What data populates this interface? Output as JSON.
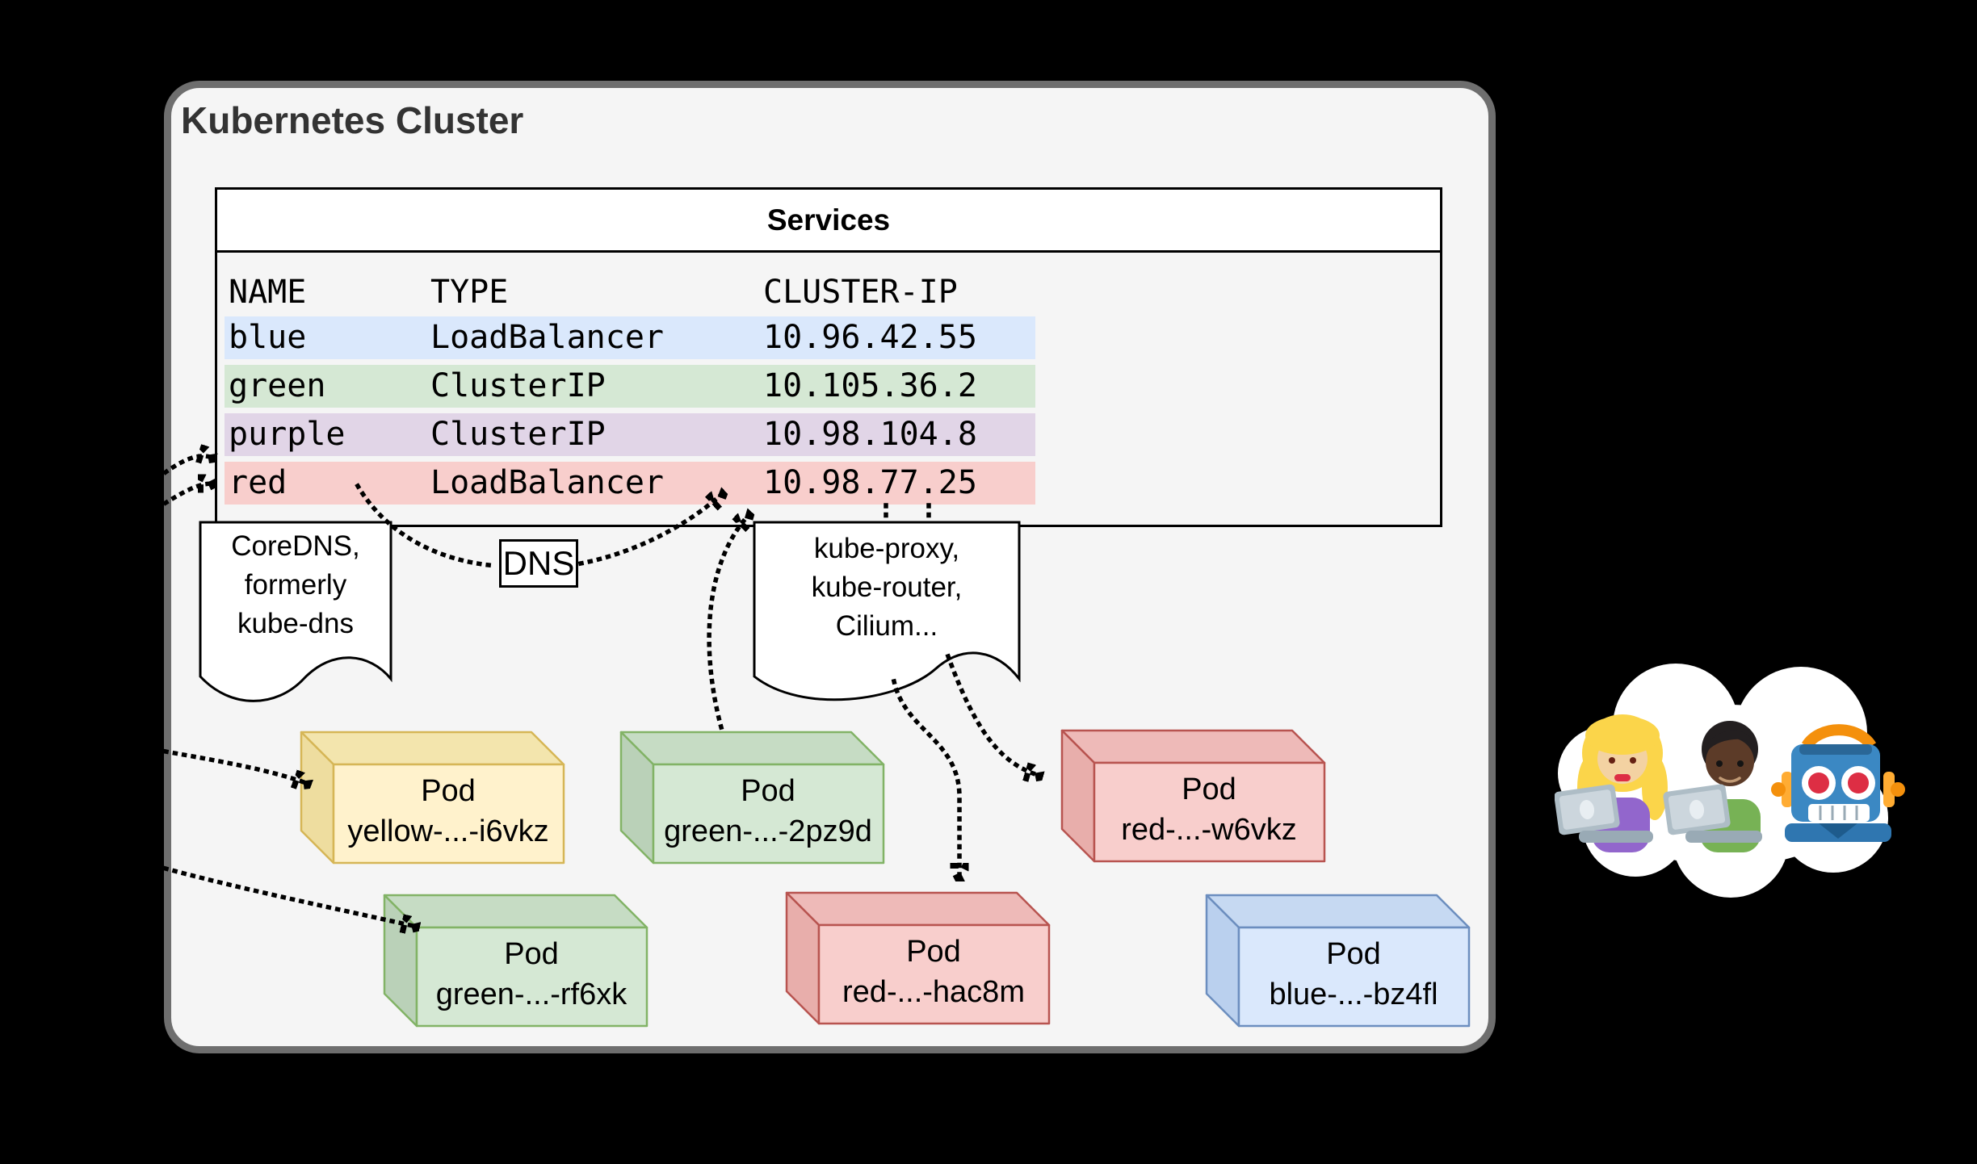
{
  "canvas": {
    "background": "#000000"
  },
  "cluster": {
    "title": "Kubernetes Cluster",
    "fill": "#f5f5f5",
    "border_color": "#6e6e6e"
  },
  "services": {
    "title": "Services",
    "columns": [
      "NAME",
      "TYPE",
      "CLUSTER-IP"
    ],
    "rows": [
      {
        "name": "blue",
        "type": "LoadBalancer",
        "cluster_ip": "10.96.42.55",
        "color": "#dae8fc"
      },
      {
        "name": "green",
        "type": "ClusterIP",
        "cluster_ip": "10.105.36.2",
        "color": "#d5e8d4"
      },
      {
        "name": "purple",
        "type": "ClusterIP",
        "cluster_ip": "10.98.104.8",
        "color": "#e1d5e7"
      },
      {
        "name": "red",
        "type": "LoadBalancer",
        "cluster_ip": "10.98.77.25",
        "color": "#f8cecc"
      }
    ]
  },
  "labels": {
    "dns": "DNS"
  },
  "notes": {
    "coredns": {
      "lines": [
        "CoreDNS,",
        "formerly",
        "kube-dns"
      ]
    },
    "kube_proxy": {
      "lines": [
        "kube-proxy,",
        "kube-router,",
        "Cilium..."
      ]
    }
  },
  "pods": [
    {
      "line1": "Pod",
      "line2": "yellow-...-i6vkz",
      "front": "#fff2cc",
      "top": "#f3e5ad",
      "side": "#eedd9f",
      "border": "#d6b656"
    },
    {
      "line1": "Pod",
      "line2": "green-...-2pz9d",
      "front": "#d5e8d4",
      "top": "#c6dcc4",
      "side": "#bad1b8",
      "border": "#82b366"
    },
    {
      "line1": "Pod",
      "line2": "red-...-w6vkz",
      "front": "#f8cecc",
      "top": "#eebab8",
      "side": "#e8aeab",
      "border": "#b85450"
    },
    {
      "line1": "Pod",
      "line2": "green-...-rf6xk",
      "front": "#d5e8d4",
      "top": "#c6dcc4",
      "side": "#bad1b8",
      "border": "#82b366"
    },
    {
      "line1": "Pod",
      "line2": "red-...-hac8m",
      "front": "#f8cecc",
      "top": "#eebab8",
      "side": "#e8aeab",
      "border": "#b85450"
    },
    {
      "line1": "Pod",
      "line2": "blue-...-bz4fl",
      "front": "#dae8fc",
      "top": "#c6d9f2",
      "side": "#bad0ee",
      "border": "#6c8ebf"
    }
  ],
  "cloud": {
    "icons": [
      "woman-technologist",
      "man-technologist",
      "robot"
    ]
  }
}
